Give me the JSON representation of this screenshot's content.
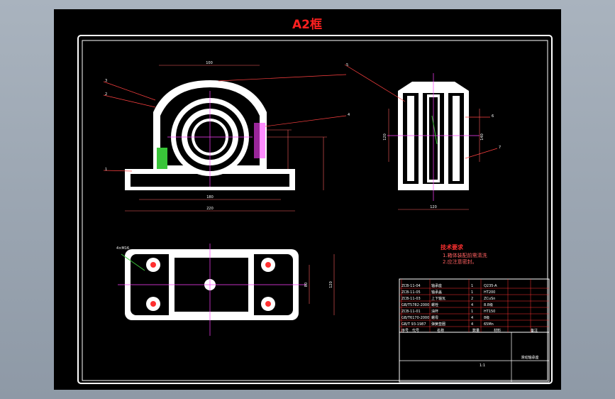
{
  "frame_title": "A2框",
  "tech_requirements": {
    "heading": "技术要求",
    "items": [
      "1.箱体装配前需清洗",
      "2.应注意密封。"
    ]
  },
  "front_view": {
    "dims": {
      "top_width": "100",
      "base_inner": "180",
      "base_overall": "220"
    },
    "leaders": [
      "3",
      "2",
      "4",
      "1"
    ]
  },
  "side_view": {
    "dims": {
      "height_left": "120",
      "height_right": "140",
      "width_bottom": "120"
    },
    "leaders": [
      "5",
      "6",
      "7"
    ]
  },
  "top_view": {
    "dims": {
      "span_inner": "80",
      "span_outer": "120",
      "hole_callout": "4×M16"
    }
  },
  "parts_list": {
    "rows": [
      {
        "code": "ZCB-11-04",
        "name": "轴承座",
        "qty": "1",
        "material": "Q235-A"
      },
      {
        "code": "ZCB-11-05",
        "name": "轴承盖",
        "qty": "1",
        "material": "HT200"
      },
      {
        "code": "ZCB-11-03",
        "name": "上下轴瓦",
        "qty": "2",
        "material": "ZCuSn"
      },
      {
        "code": "GB/T5782-2000",
        "name": "螺栓",
        "qty": "4",
        "material": "8.8级"
      },
      {
        "code": "ZCB-11-01",
        "name": "油杯",
        "qty": "1",
        "material": "HT150"
      },
      {
        "code": "GB/T6170-2000",
        "name": "螺母",
        "qty": "4",
        "material": "8级"
      },
      {
        "code": "GB/T 93-1987",
        "name": "弹簧垫圈",
        "qty": "4",
        "material": "65Mn"
      }
    ],
    "header": [
      "序号",
      "代号",
      "名称",
      "数量",
      "材料",
      "备注"
    ]
  },
  "title_block": {
    "drawing_name": "滑动轴承座",
    "scale": "1:1"
  },
  "colors": {
    "background": "#000000",
    "frame": "#ffffff",
    "title": "#ff2020",
    "table_lines": "#ff3030",
    "centerline": "#ff40ff",
    "dimension": "#ff6060"
  }
}
